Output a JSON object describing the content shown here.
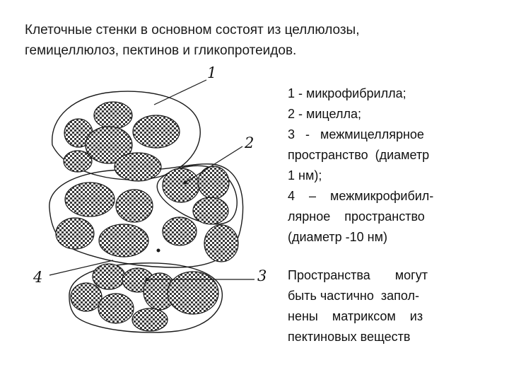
{
  "title": {
    "line1": "Клеточные стенки в основном состоят из целлюлозы,",
    "line2": "гемицеллюлоз, пектинов и гликопротеидов."
  },
  "legend": {
    "lines": [
      "1 - микрофибрилла;",
      "2 - мицелла;",
      "3   -   межмицеллярное",
      "пространство  (диаметр",
      "1 нм);",
      "4    –    межмикрофибил-",
      "лярное    пространство",
      "(диаметр -10 нм)"
    ]
  },
  "note": {
    "lines": [
      "Пространства       могут",
      "быть частично  запол-",
      "нены    матриксом    из",
      "пектиновых веществ"
    ]
  },
  "figure": {
    "labels": [
      "1",
      "2",
      "3",
      "4"
    ],
    "colors": {
      "stroke": "#1a1a1a",
      "checker_dark": "#3a3a3a",
      "checker_light": "#ffffff"
    }
  }
}
